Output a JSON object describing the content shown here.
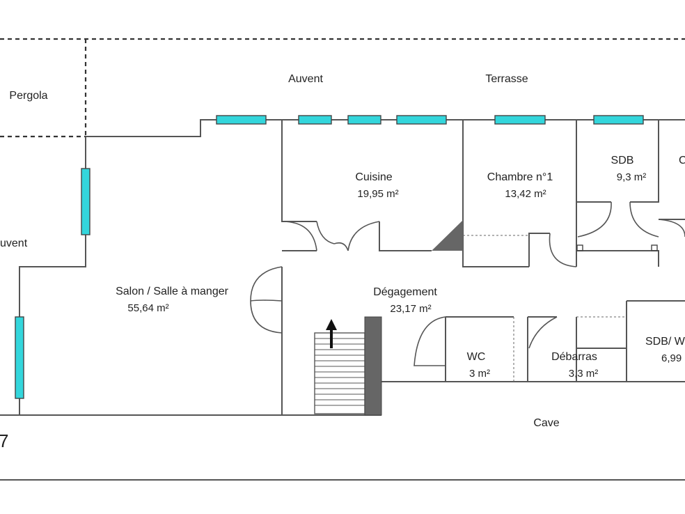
{
  "rooms": {
    "pergola": {
      "name": "Pergola"
    },
    "auvent_top": {
      "name": "Auvent"
    },
    "terrasse": {
      "name": "Terrasse"
    },
    "auvent_left": {
      "name": "uvent"
    },
    "cuisine": {
      "name": "Cuisine",
      "area": "19,95  m²"
    },
    "chambre1": {
      "name": "Chambre n°1",
      "area": "13,42  m²"
    },
    "sdb": {
      "name": "SDB",
      "area": "9,3  m²"
    },
    "c_partial": {
      "name": "C"
    },
    "salon": {
      "name": "Salon / Salle à manger",
      "area": "55,64  m²"
    },
    "degagement": {
      "name": "Dégagement",
      "area": "23,17  m²"
    },
    "wc": {
      "name": "WC",
      "area": "3  m²"
    },
    "debarras": {
      "name": "Débarras",
      "area": "3,3  m²"
    },
    "sdbw": {
      "name": "SDB/ W",
      "area": "6,99"
    },
    "cave": {
      "name": "Cave"
    },
    "edge_mark": {
      "name": "7"
    }
  },
  "colors": {
    "window": "#33d6dc",
    "wall": "#555555",
    "stair_post": "#666666"
  }
}
